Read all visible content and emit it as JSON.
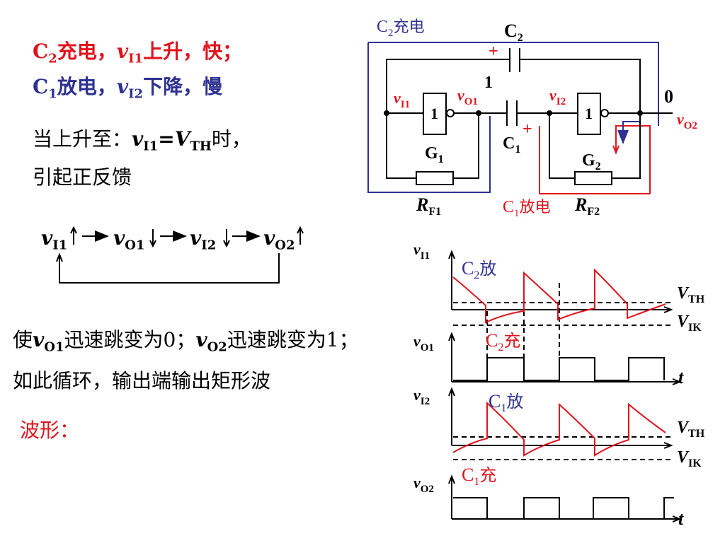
{
  "left": {
    "line1": {
      "a": "C",
      "a_sub": "2",
      "b": "充电，",
      "c": "v",
      "c_sub": "I1",
      "d": "上升，快；"
    },
    "line2": {
      "a": "C",
      "a_sub": "1",
      "b": "放电，",
      "c": "v",
      "c_sub": "I2",
      "d": "下降，慢"
    },
    "line3": {
      "a": "当上升至：",
      "b": "v",
      "b_sub": "I1",
      "c": "=",
      "d": "V",
      "d_sub": "TH",
      "e": "时，"
    },
    "line4": "引起正反馈",
    "chain": {
      "n1": "v",
      "n1_sub": "I1",
      "n2": "v",
      "n2_sub": "O1",
      "n3": "v",
      "n3_sub": "I2",
      "n4": "v",
      "n4_sub": "O2"
    },
    "line5": {
      "a": "使",
      "b": "v",
      "b_sub": "O1",
      "c": "迅速跳变为0；",
      "d": "v",
      "d_sub": "O2",
      "e": "迅速跳变为1；"
    },
    "line6": "如此循环，输出端输出矩形波",
    "line7": "波形："
  },
  "circuit": {
    "c2_charge_label": "C",
    "c2_charge_sub": "2",
    "c2_charge_text": "充电",
    "c2": "C",
    "c2_sub": "2",
    "c1": "C",
    "c1_sub": "1",
    "plus": "+",
    "one_top": "1",
    "zero": "0",
    "gate_symbol": "1",
    "g1": "G",
    "g1_sub": "1",
    "g2": "G",
    "g2_sub": "2",
    "vi1": "v",
    "vi1_sub": "I1",
    "vo1": "v",
    "vo1_sub": "O1",
    "vi2": "v",
    "vi2_sub": "I2",
    "vo2": "v",
    "vo2_sub": "O2",
    "rf1": "R",
    "rf1_sub": "F1",
    "rf2": "R",
    "rf2_sub": "F2",
    "c1_discharge": "C",
    "c1_discharge_sub": "1",
    "c1_discharge_text": "放电"
  },
  "waveforms": {
    "vi1": "v",
    "vi1_sub": "I1",
    "vo1": "v",
    "vo1_sub": "O1",
    "vi2": "v",
    "vi2_sub": "I2",
    "vo2": "v",
    "vo2_sub": "O2",
    "vth": "V",
    "vth_sub": "TH",
    "vik": "V",
    "vik_sub": "IK",
    "t": "t",
    "c2_discharge": "C",
    "c2_discharge_sub": "2",
    "c2_discharge_text": "放",
    "c2_charge": "C",
    "c2_charge_sub": "2",
    "c2_charge_text": "充",
    "c1_discharge": "C",
    "c1_discharge_sub": "1",
    "c1_discharge_text": "放",
    "c1_charge": "C",
    "c1_charge_sub": "1",
    "c1_charge_text": "充"
  },
  "colors": {
    "red": "#e0141e",
    "blue": "#2e3192",
    "black": "#000000"
  }
}
